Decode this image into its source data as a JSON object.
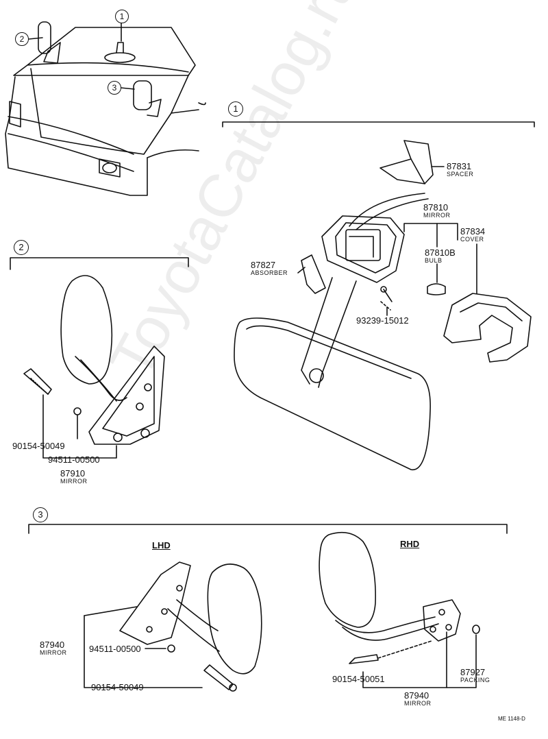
{
  "watermark": "ToyotaCatalog.ru",
  "drawing_code": "ME 1148-D",
  "sections": {
    "s1": "1",
    "s2": "2",
    "s3": "3"
  },
  "overview_refs": {
    "r1": "1",
    "r2": "2",
    "r3": "3"
  },
  "variants": {
    "lhd": "LHD",
    "rhd": "RHD"
  },
  "parts": {
    "p87831": {
      "number": "87831",
      "name": "SPACER"
    },
    "p87810": {
      "number": "87810",
      "name": "MIRROR"
    },
    "p87834": {
      "number": "87834",
      "name": "COVER"
    },
    "p87810b": {
      "number": "87810B",
      "name": "BULB"
    },
    "p87827": {
      "number": "87827",
      "name": "ABSORBER"
    },
    "p93239": {
      "number": "93239-15012"
    },
    "p90154a": {
      "number": "90154-50049"
    },
    "p94511a": {
      "number": "94511-00500"
    },
    "p87910": {
      "number": "87910",
      "name": "MIRROR"
    },
    "p87940l": {
      "number": "87940",
      "name": "MIRROR"
    },
    "p94511b": {
      "number": "94511-00500"
    },
    "p90154b": {
      "number": "90154-50049"
    },
    "p90154c": {
      "number": "90154-50051"
    },
    "p87927": {
      "number": "87927",
      "name": "PACKING"
    },
    "p87940r": {
      "number": "87940",
      "name": "MIRROR"
    }
  }
}
